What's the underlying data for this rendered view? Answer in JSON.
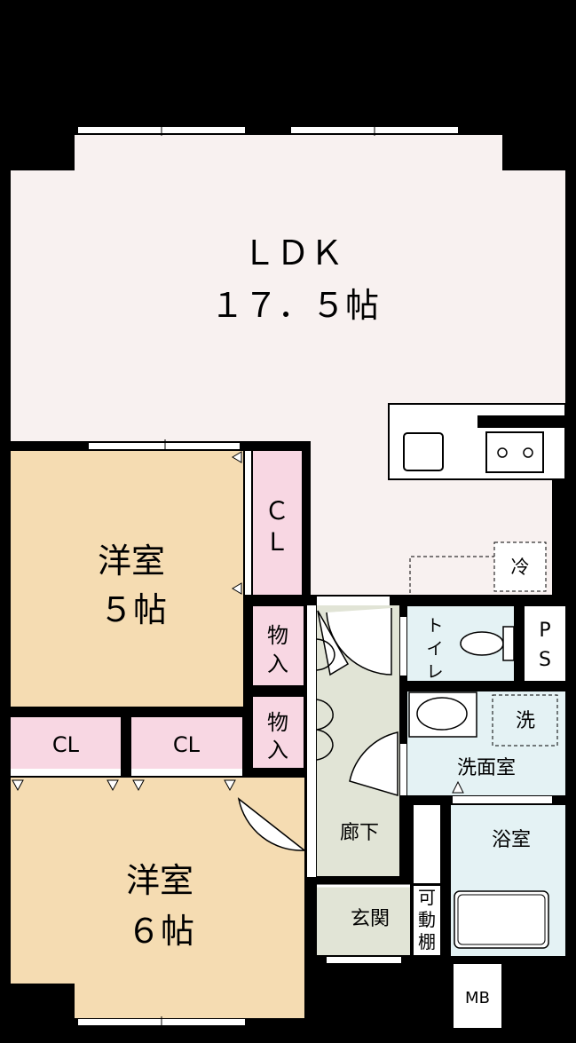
{
  "colors": {
    "background": "#000000",
    "ldk": "#f8f1f0",
    "western_room": "#f5dcb2",
    "closet": "#f8d7e3",
    "corridor": "#e1e4d6",
    "wet_area": "#e4f2f4",
    "white": "#ffffff"
  },
  "rooms": {
    "ldk": {
      "name": "ＬＤＫ",
      "size": "１７．５帖"
    },
    "western1": {
      "name": "洋室",
      "size": "５帖"
    },
    "western2": {
      "name": "洋室",
      "size": "６帖"
    },
    "closet_v": {
      "line1": "Ｃ",
      "line2": "Ｌ"
    },
    "closet_left": "CL",
    "closet_right": "CL",
    "storage_upper": {
      "line1": "物",
      "line2": "入"
    },
    "storage_lower": {
      "line1": "物",
      "line2": "入"
    },
    "toilet": {
      "line1": "ト",
      "line2": "イ",
      "line3": "レ"
    },
    "ps": {
      "line1": "P",
      "line2": "S"
    },
    "washroom": "洗面室",
    "washer": "洗",
    "bathroom": "浴室",
    "corridor": "廊下",
    "entrance": "玄関",
    "shelf": {
      "line1": "可",
      "line2": "動",
      "line3": "棚"
    },
    "mb": "MB",
    "fridge": "冷"
  }
}
